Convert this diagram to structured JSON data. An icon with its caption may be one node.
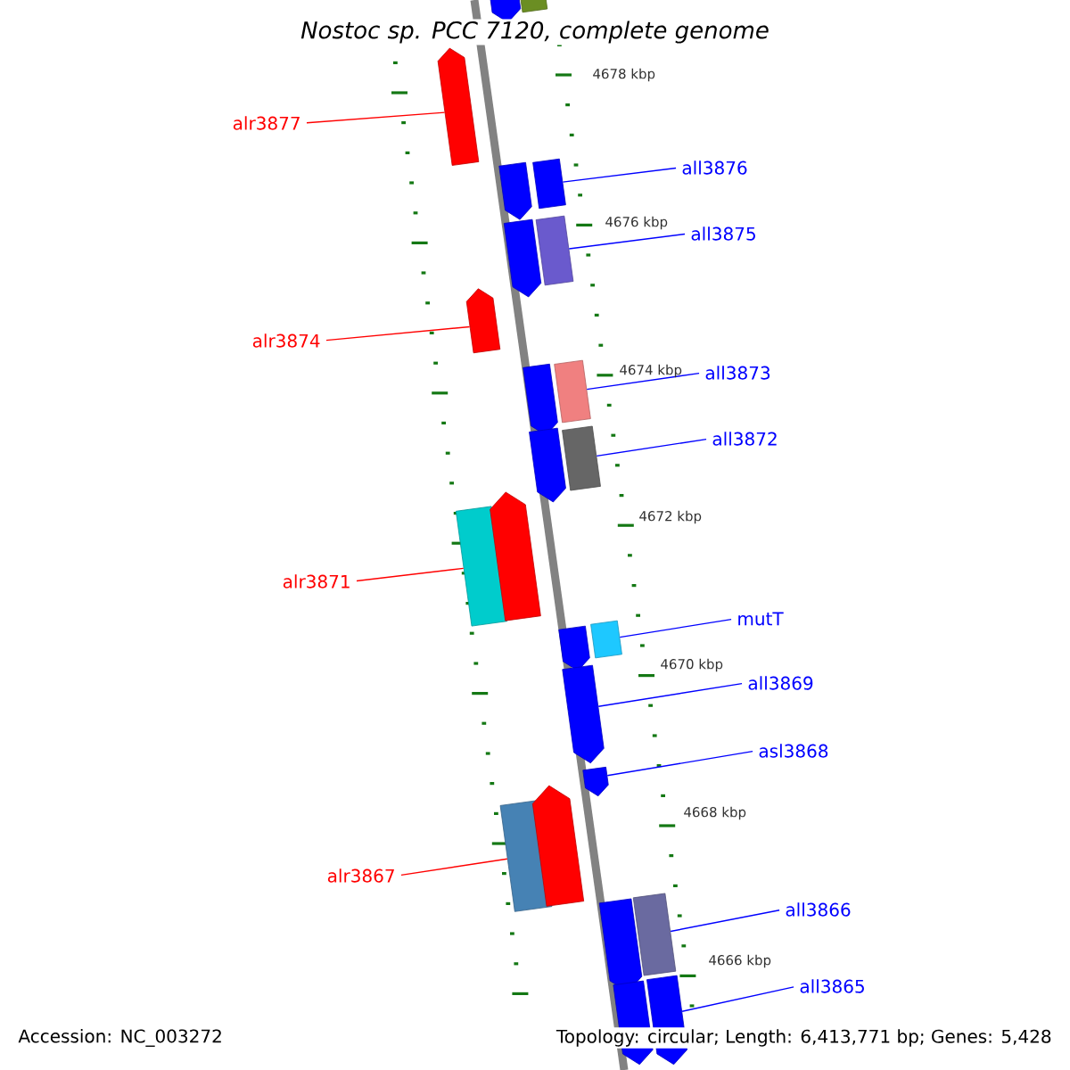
{
  "diagram": {
    "title": "Nostoc sp. PCC 7120, complete genome",
    "nodes": [
      {
        "text": [],
        "shape": "arrow"
      },
      {
        "text": [],
        "shape": "box"
      },
      {
        "text": [],
        "shape": "arrow"
      },
      {
        "text": [],
        "shape": "arrow"
      },
      {
        "text": [],
        "shape": "box"
      },
      {
        "text": [],
        "shape": "arrow"
      },
      {
        "text": [],
        "shape": "box"
      },
      {
        "text": [],
        "shape": "arrow"
      },
      {
        "text": [],
        "shape": "arrow"
      },
      {
        "text": [],
        "shape": "box"
      },
      {
        "text": [],
        "shape": "arrow"
      },
      {
        "text": [],
        "shape": "box"
      },
      {
        "text": [],
        "shape": "box"
      },
      {
        "text": [],
        "shape": "arrow"
      },
      {
        "text": [],
        "shape": "arrow"
      },
      {
        "text": [],
        "shape": "box"
      },
      {
        "text": [],
        "shape": "arrow"
      },
      {
        "text": [],
        "shape": "arrow"
      },
      {
        "text": [],
        "shape": "box"
      },
      {
        "text": [],
        "shape": "arrow"
      },
      {
        "text": [],
        "shape": "arrow"
      },
      {
        "text": [],
        "shape": "box"
      },
      {
        "text": [],
        "shape": "arrow"
      },
      {
        "text": [],
        "shape": "arrow"
      },
      {
        "text": [
          "alr3877"
        ]
      },
      {
        "text": [
          "all3876"
        ]
      },
      {
        "text": [
          "all3875"
        ]
      },
      {
        "text": [
          "alr3874"
        ]
      },
      {
        "text": [
          "all3873"
        ]
      },
      {
        "text": [
          "all3872"
        ]
      },
      {
        "text": [
          "alr3871"
        ]
      },
      {
        "text": [
          "mutT"
        ]
      },
      {
        "text": [
          "all3869"
        ]
      },
      {
        "text": [
          "asl3868"
        ]
      },
      {
        "text": [
          "alr3867"
        ]
      },
      {
        "text": [
          "all3866"
        ]
      },
      {
        "text": [
          "all3865"
        ]
      }
    ],
    "edges": [
      {
        "from": 24,
        "to": 2,
        "arrow": "none",
        "color": "#ff0000"
      },
      {
        "from": 25,
        "to": 4,
        "arrow": "none"
      },
      {
        "from": 26,
        "to": 6,
        "arrow": "none"
      },
      {
        "from": 27,
        "to": 7,
        "arrow": "none",
        "color": "#ff0000"
      },
      {
        "from": 28,
        "to": 9,
        "arrow": "none"
      },
      {
        "from": 29,
        "to": 11,
        "arrow": "none"
      },
      {
        "from": 30,
        "to": 12,
        "arrow": "none",
        "color": "#ff0000"
      },
      {
        "from": 31,
        "to": 15,
        "arrow": "none"
      },
      {
        "from": 32,
        "to": 16,
        "arrow": "none"
      },
      {
        "from": 33,
        "to": 17,
        "arrow": "none"
      },
      {
        "from": 34,
        "to": 18,
        "arrow": "none",
        "color": "#ff0000"
      },
      {
        "from": 35,
        "to": 21,
        "arrow": "none"
      },
      {
        "from": 36,
        "to": 23,
        "arrow": "none"
      }
    ],
    "labels": [
      "4678 kbp",
      "4676 kbp",
      "4674 kbp",
      "4672 kbp",
      "4670 kbp",
      "4668 kbp",
      "4666 kbp",
      "Accession: NC_003272",
      "Topology: circular; Length: 6,413,771 bp; Genes: 5,428"
    ]
  }
}
